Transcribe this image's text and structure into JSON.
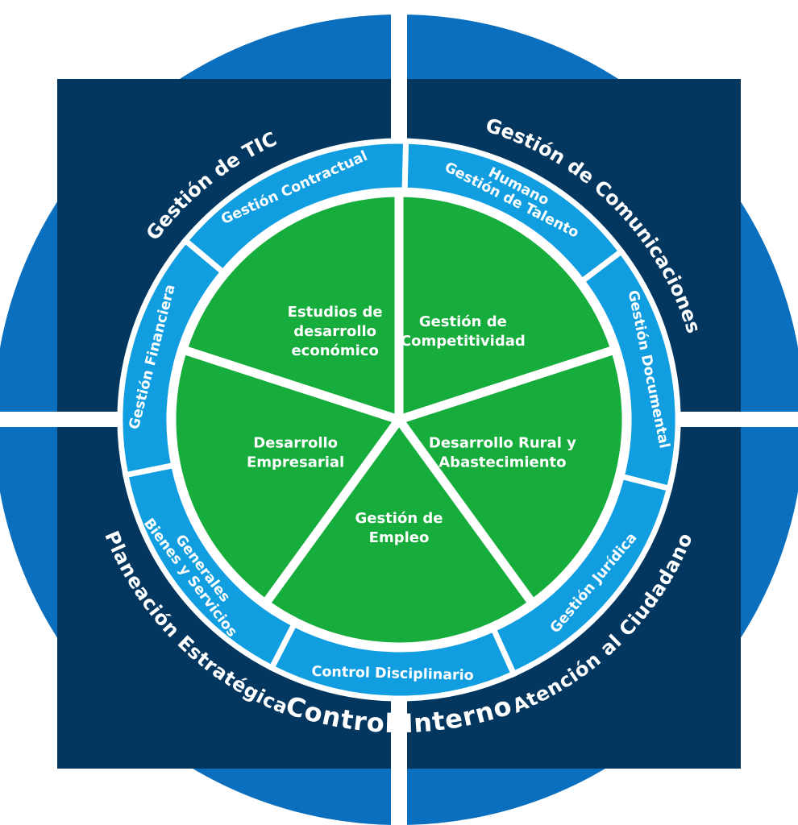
{
  "colors": {
    "outer_ring": "#0a6fbe",
    "dark_band": "#03375f",
    "light_band": "#119ee0",
    "core": "#16ad3c",
    "separator": "#ffffff"
  },
  "outer_ring_label": "Control Interno",
  "outer_segments": [
    {
      "label": "Gestión de TIC"
    },
    {
      "label": "Gestión de Comunicaciones"
    },
    {
      "label": "Atención al Ciudadano"
    },
    {
      "label": "Planeación Estratégica"
    }
  ],
  "middle_segments": [
    {
      "lines": [
        "Gestión Contractual"
      ]
    },
    {
      "lines": [
        "Gestión de Talento",
        "Humano"
      ]
    },
    {
      "lines": [
        "Gestión Documental"
      ]
    },
    {
      "lines": [
        "Gestión Jurídica"
      ]
    },
    {
      "lines": [
        "Control Disciplinario"
      ]
    },
    {
      "lines": [
        "Bienes y Servicios",
        "Generales"
      ]
    },
    {
      "lines": [
        "Gestión Financiera"
      ]
    }
  ],
  "core_segments": [
    {
      "lines": [
        "Gestión de",
        "Competitividad"
      ]
    },
    {
      "lines": [
        "Desarrollo Rural y",
        "Abastecimiento"
      ]
    },
    {
      "lines": [
        "Gestión de",
        "Empleo"
      ]
    },
    {
      "lines": [
        "Desarrollo",
        "Empresarial"
      ]
    },
    {
      "lines": [
        "Estudios de",
        "desarrollo",
        "económico"
      ]
    }
  ]
}
